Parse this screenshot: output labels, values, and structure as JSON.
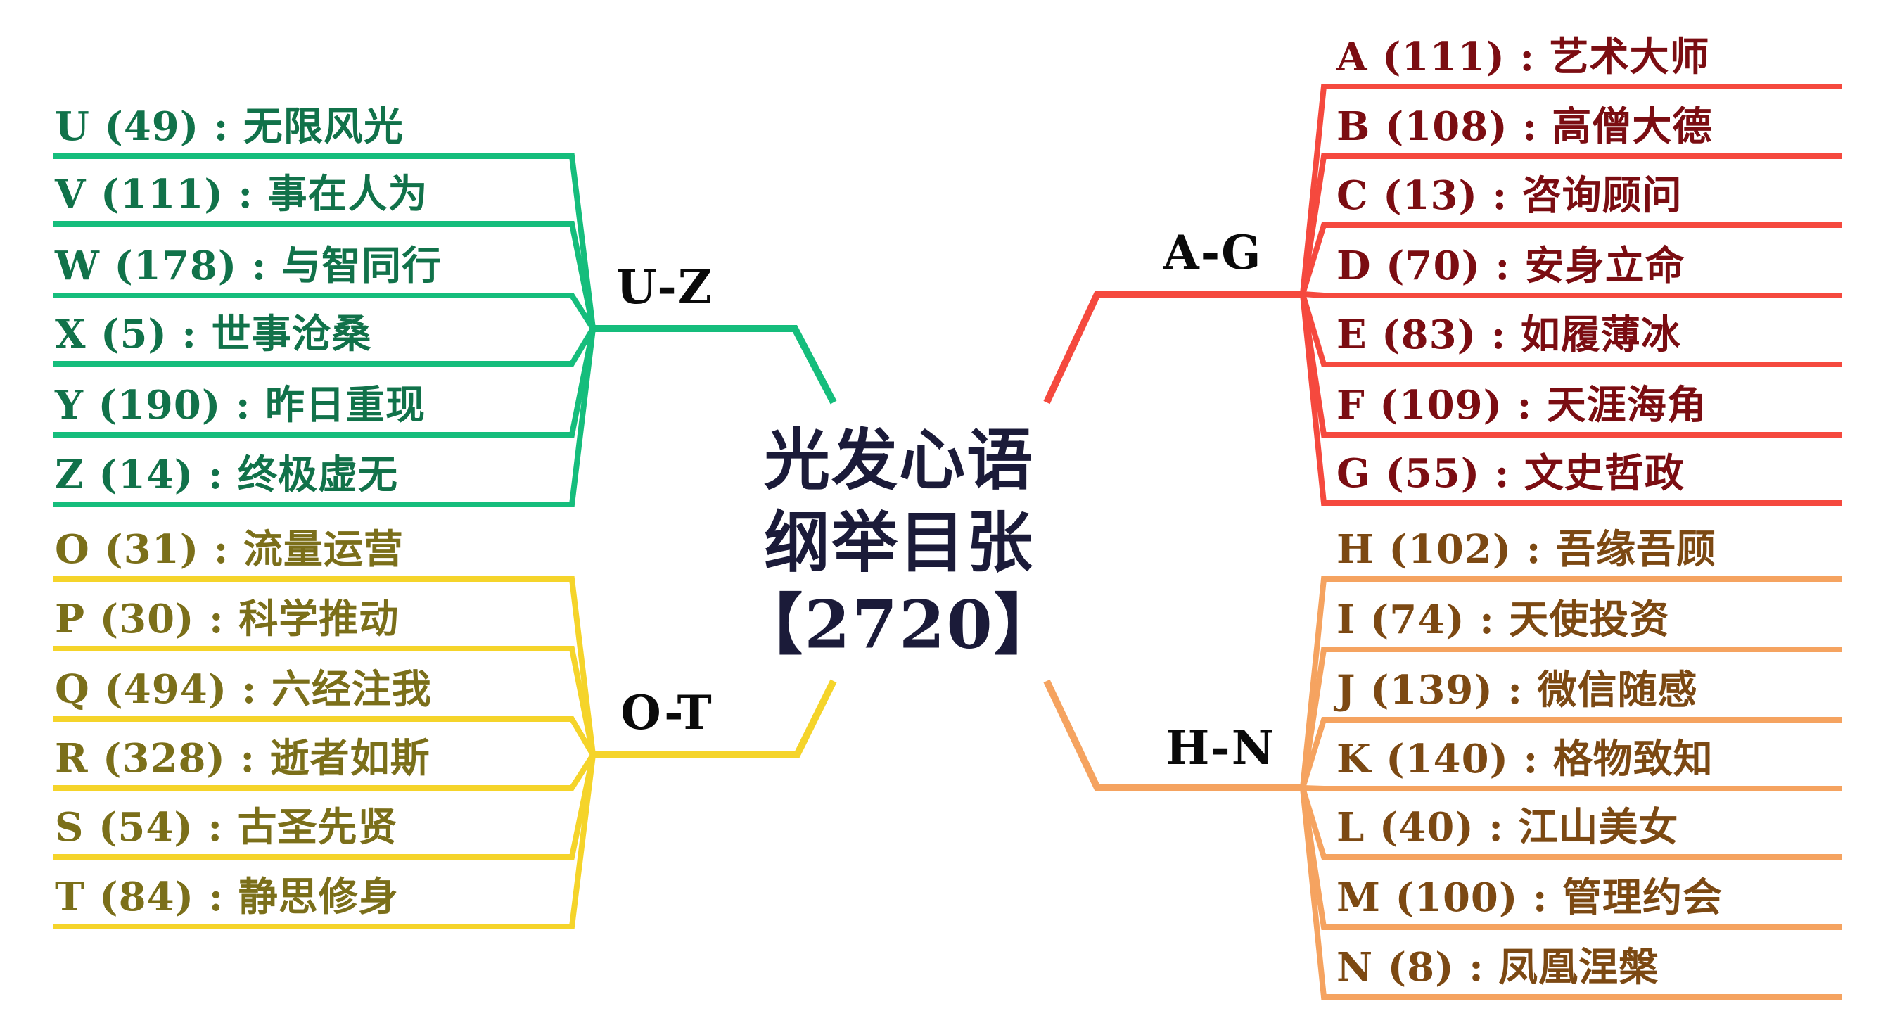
{
  "diagram_type": "mindmap",
  "theme": {
    "background": "#ffffff",
    "center_text": "#1b1b39",
    "branch_label_text": "#0a0a0a",
    "uz": {
      "line": "#15bd7c",
      "text": "#11724a"
    },
    "ot": {
      "line": "#f5d42a",
      "text": "#7b6f1a"
    },
    "ag": {
      "line": "#f5493e",
      "text": "#7b0d12"
    },
    "hn": {
      "line": "#f5a360",
      "text": "#7c4913"
    }
  },
  "center": {
    "line1": "光发心语",
    "line2": "纲举目张",
    "line3": "【2720】",
    "total_count": 2720
  },
  "branches": [
    {
      "label": "U-Z",
      "side": "left",
      "items": [
        {
          "key": "U",
          "count": 49,
          "title": "无限风光",
          "label": "U (49) : 无限风光"
        },
        {
          "key": "V",
          "count": 111,
          "title": "事在人为",
          "label": "V (111) : 事在人为"
        },
        {
          "key": "W",
          "count": 178,
          "title": "与智同行",
          "label": "W (178) : 与智同行"
        },
        {
          "key": "X",
          "count": 5,
          "title": "世事沧桑",
          "label": "X (5) : 世事沧桑"
        },
        {
          "key": "Y",
          "count": 190,
          "title": "昨日重现",
          "label": "Y (190) : 昨日重现"
        },
        {
          "key": "Z",
          "count": 14,
          "title": "终极虚无",
          "label": "Z (14) : 终极虚无"
        }
      ]
    },
    {
      "label": "O-T",
      "side": "left",
      "items": [
        {
          "key": "O",
          "count": 31,
          "title": "流量运营",
          "label": "O (31) : 流量运营"
        },
        {
          "key": "P",
          "count": 30,
          "title": "科学推动",
          "label": "P (30) : 科学推动"
        },
        {
          "key": "Q",
          "count": 494,
          "title": "六经注我",
          "label": "Q (494) : 六经注我"
        },
        {
          "key": "R",
          "count": 328,
          "title": "逝者如斯",
          "label": "R (328) : 逝者如斯"
        },
        {
          "key": "S",
          "count": 54,
          "title": "古圣先贤",
          "label": "S (54) : 古圣先贤"
        },
        {
          "key": "T",
          "count": 84,
          "title": "静思修身",
          "label": "T (84) : 静思修身"
        }
      ]
    },
    {
      "label": "A-G",
      "side": "right",
      "items": [
        {
          "key": "A",
          "count": 111,
          "title": "艺术大师",
          "label": "A (111) : 艺术大师"
        },
        {
          "key": "B",
          "count": 108,
          "title": "高僧大德",
          "label": "B (108) : 高僧大德"
        },
        {
          "key": "C",
          "count": 13,
          "title": "咨询顾问",
          "label": "C (13) : 咨询顾问"
        },
        {
          "key": "D",
          "count": 70,
          "title": "安身立命",
          "label": "D (70) : 安身立命"
        },
        {
          "key": "E",
          "count": 83,
          "title": "如履薄冰",
          "label": "E (83) : 如履薄冰"
        },
        {
          "key": "F",
          "count": 109,
          "title": "天涯海角",
          "label": "F (109) : 天涯海角"
        },
        {
          "key": "G",
          "count": 55,
          "title": "文史哲政",
          "label": "G (55) : 文史哲政"
        }
      ]
    },
    {
      "label": "H-N",
      "side": "right",
      "items": [
        {
          "key": "H",
          "count": 102,
          "title": "吾缘吾顾",
          "label": "H (102) : 吾缘吾顾"
        },
        {
          "key": "I",
          "count": 74,
          "title": "天使投资",
          "label": "I (74) : 天使投资"
        },
        {
          "key": "J",
          "count": 139,
          "title": "微信随感",
          "label": "J (139) : 微信随感"
        },
        {
          "key": "K",
          "count": 140,
          "title": "格物致知",
          "label": "K (140) : 格物致知"
        },
        {
          "key": "L",
          "count": 40,
          "title": "江山美女",
          "label": "L (40) : 江山美女"
        },
        {
          "key": "M",
          "count": 100,
          "title": "管理约会",
          "label": "M (100) : 管理约会"
        },
        {
          "key": "N",
          "count": 8,
          "title": "凤凰涅槃",
          "label": "N (8) : 凤凰涅槃"
        }
      ]
    }
  ]
}
